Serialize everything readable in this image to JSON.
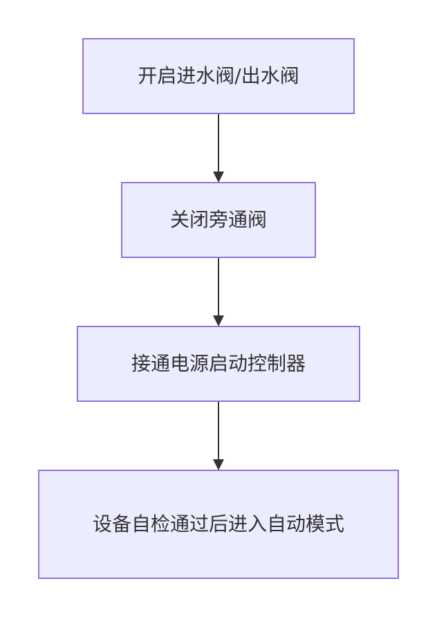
{
  "diagram": {
    "type": "flowchart",
    "direction": "top-to-bottom",
    "colors": {
      "node_fill": "#ECECFF",
      "node_border": "#9370DB",
      "edge": "#333333",
      "text": "#333333"
    },
    "nodes": [
      {
        "id": "n1",
        "label": "开启进水阀/出水阀"
      },
      {
        "id": "n2",
        "label": "关闭旁通阀"
      },
      {
        "id": "n3",
        "label": "接通电源启动控制器"
      },
      {
        "id": "n4",
        "label": "设备自检通过后进入自动模式"
      }
    ],
    "edges": [
      {
        "from": "n1",
        "to": "n2"
      },
      {
        "from": "n2",
        "to": "n3"
      },
      {
        "from": "n3",
        "to": "n4"
      }
    ]
  }
}
